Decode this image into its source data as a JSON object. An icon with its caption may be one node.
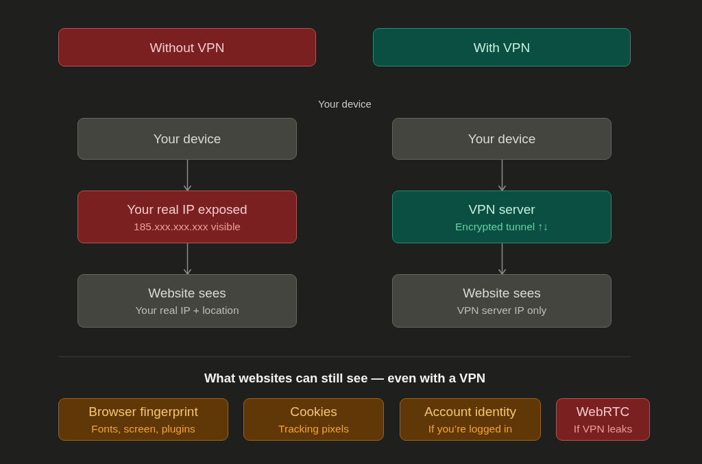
{
  "diagram": {
    "nodes": [
      {
        "text": [
          "Without VPN"
        ]
      },
      {
        "text": [
          "With VPN"
        ]
      },
      {
        "text": [
          "Your device"
        ]
      },
      {
        "text": [
          "Your real IP exposed",
          "185.xxx.xxx.xxx visible"
        ]
      },
      {
        "text": [
          "Website sees",
          "Your real IP + location"
        ]
      },
      {
        "text": [
          "Your device"
        ]
      },
      {
        "text": [
          "VPN server",
          "Encrypted tunnel ↑↓"
        ]
      },
      {
        "text": [
          "Website sees",
          "VPN server IP only"
        ]
      },
      {
        "text": [
          "Browser fingerprint",
          "Fonts, screen, plugins"
        ]
      },
      {
        "text": [
          "Cookies",
          "Tracking pixels"
        ]
      },
      {
        "text": [
          "Account identity",
          "If you’re logged in"
        ]
      },
      {
        "text": [
          "WebRTC",
          "If VPN leaks"
        ]
      }
    ],
    "edges": [
      {
        "from": 2,
        "to": 3,
        "arrow": "to"
      },
      {
        "from": 3,
        "to": 4,
        "arrow": "to"
      },
      {
        "from": 5,
        "to": 6,
        "arrow": "to"
      },
      {
        "from": 6,
        "to": 7,
        "arrow": "to"
      }
    ],
    "labels": [
      "Your device",
      "What websites can still see — even with a VPN"
    ]
  }
}
